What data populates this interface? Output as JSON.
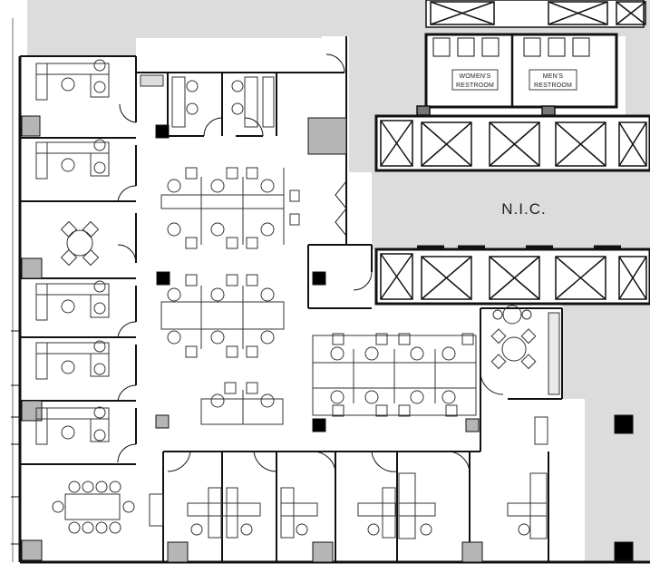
{
  "labels": {
    "womens_restroom_line1": "WOMEN'S",
    "womens_restroom_line2": "RESTROOM",
    "mens_restroom_line1": "MEN'S",
    "mens_restroom_line2": "RESTROOM",
    "nic": "N.I.C."
  },
  "colors": {
    "wall": "#111111",
    "nic_fill": "#dcdcdc",
    "column_fill": "#b5b5b5",
    "column_black": "#000000",
    "furniture_stroke": "#333333",
    "background": "#ffffff"
  }
}
